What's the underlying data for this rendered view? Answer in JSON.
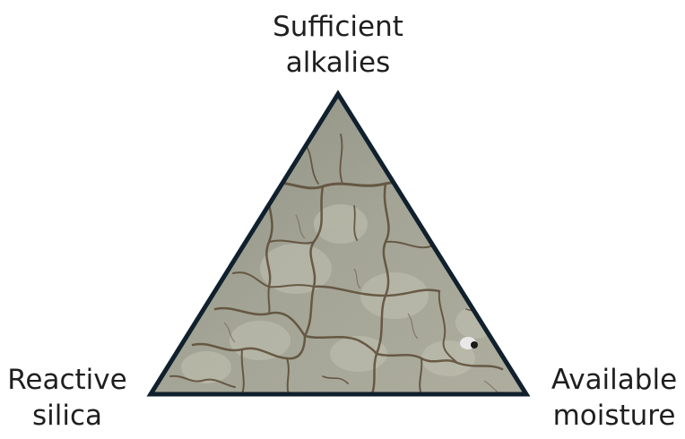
{
  "diagram": {
    "type": "triangle",
    "image": "cracked-concrete-texture",
    "colors": {
      "outline": "#10202d",
      "concrete_base": "#9c9d8f",
      "concrete_light": "#b7b8a9",
      "crack": "#5b4a36",
      "text": "#1f1f1f"
    },
    "vertices": {
      "top": {
        "lines": [
          "Sufficient",
          "alkalies"
        ]
      },
      "left": {
        "lines": [
          "Reactive",
          "silica"
        ]
      },
      "right": {
        "lines": [
          "Available",
          "moisture"
        ]
      }
    }
  }
}
